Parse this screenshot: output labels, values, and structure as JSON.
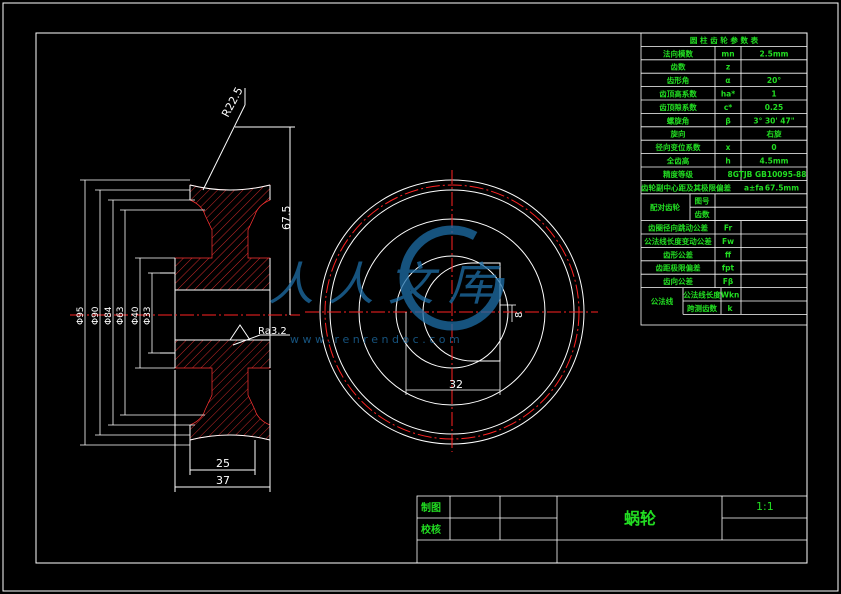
{
  "params_table": {
    "header": "圆 柱 齿 轮 参 数 表",
    "rows": [
      {
        "name": "法向模数",
        "symbol": "mn",
        "value": "2.5mm"
      },
      {
        "name": "齿数",
        "symbol": "z",
        "value": ""
      },
      {
        "name": "齿形角",
        "symbol": "α",
        "value": "20°"
      },
      {
        "name": "齿顶高系数",
        "symbol": "ha*",
        "value": "1"
      },
      {
        "name": "齿顶隙系数",
        "symbol": "c*",
        "value": "0.25"
      },
      {
        "name": "螺旋角",
        "symbol": "β",
        "value": "3° 30' 47\""
      },
      {
        "name": "旋向",
        "symbol": "",
        "value": "右旋"
      },
      {
        "name": "径向变位系数",
        "symbol": "x",
        "value": "0"
      },
      {
        "name": "全齿高",
        "symbol": "h",
        "value": "4.5mm"
      },
      {
        "name": "精度等级",
        "symbol": "",
        "value": "8GTJB GB10095-88"
      },
      {
        "name": "齿轮副中心距及其极限偏差",
        "symbol": "a±fa",
        "value": "67.5mm"
      }
    ],
    "mating_label": "配对齿轮",
    "mating_rows": [
      "图号",
      "齿数"
    ],
    "tolerance_rows": [
      {
        "name": "齿圈径向跳动公差",
        "symbol": "Fr"
      },
      {
        "name": "公法线长度变动公差",
        "symbol": "Fw"
      },
      {
        "name": "齿形公差",
        "symbol": "ff"
      },
      {
        "name": "齿距极限偏差",
        "symbol": "fpt"
      },
      {
        "name": "齿向公差",
        "symbol": "Fβ"
      }
    ],
    "normal_line_label": "公法线",
    "normal_line_rows": [
      {
        "name": "公法线长度",
        "symbol": "Wkn"
      },
      {
        "name": "跨测齿数",
        "symbol": "k"
      }
    ]
  },
  "title_block": {
    "drawn_label": "制图",
    "checked_label": "校核",
    "part_name": "蜗轮",
    "scale": "1:1"
  },
  "dimensions": {
    "radius": "R22.5",
    "center_distance": "67.5",
    "diameters": [
      "Φ95",
      "Φ90",
      "Φ84",
      "Φ63",
      "Φ40",
      "Φ33"
    ],
    "roughness": "Ra3.2",
    "width_inner": "25",
    "width_outer": "37",
    "keyway_width": "32",
    "keyway_depth": "8"
  },
  "watermark": {
    "text": "人人文库",
    "url": "w w w . r e n r e n d o c . c o m"
  },
  "colors": {
    "background": "#000000",
    "lines": "#ffffff",
    "table_text": "#22dd22",
    "center_lines": "#ff2222",
    "hatch": "#ff3333",
    "watermark": "#1e6fa8"
  }
}
